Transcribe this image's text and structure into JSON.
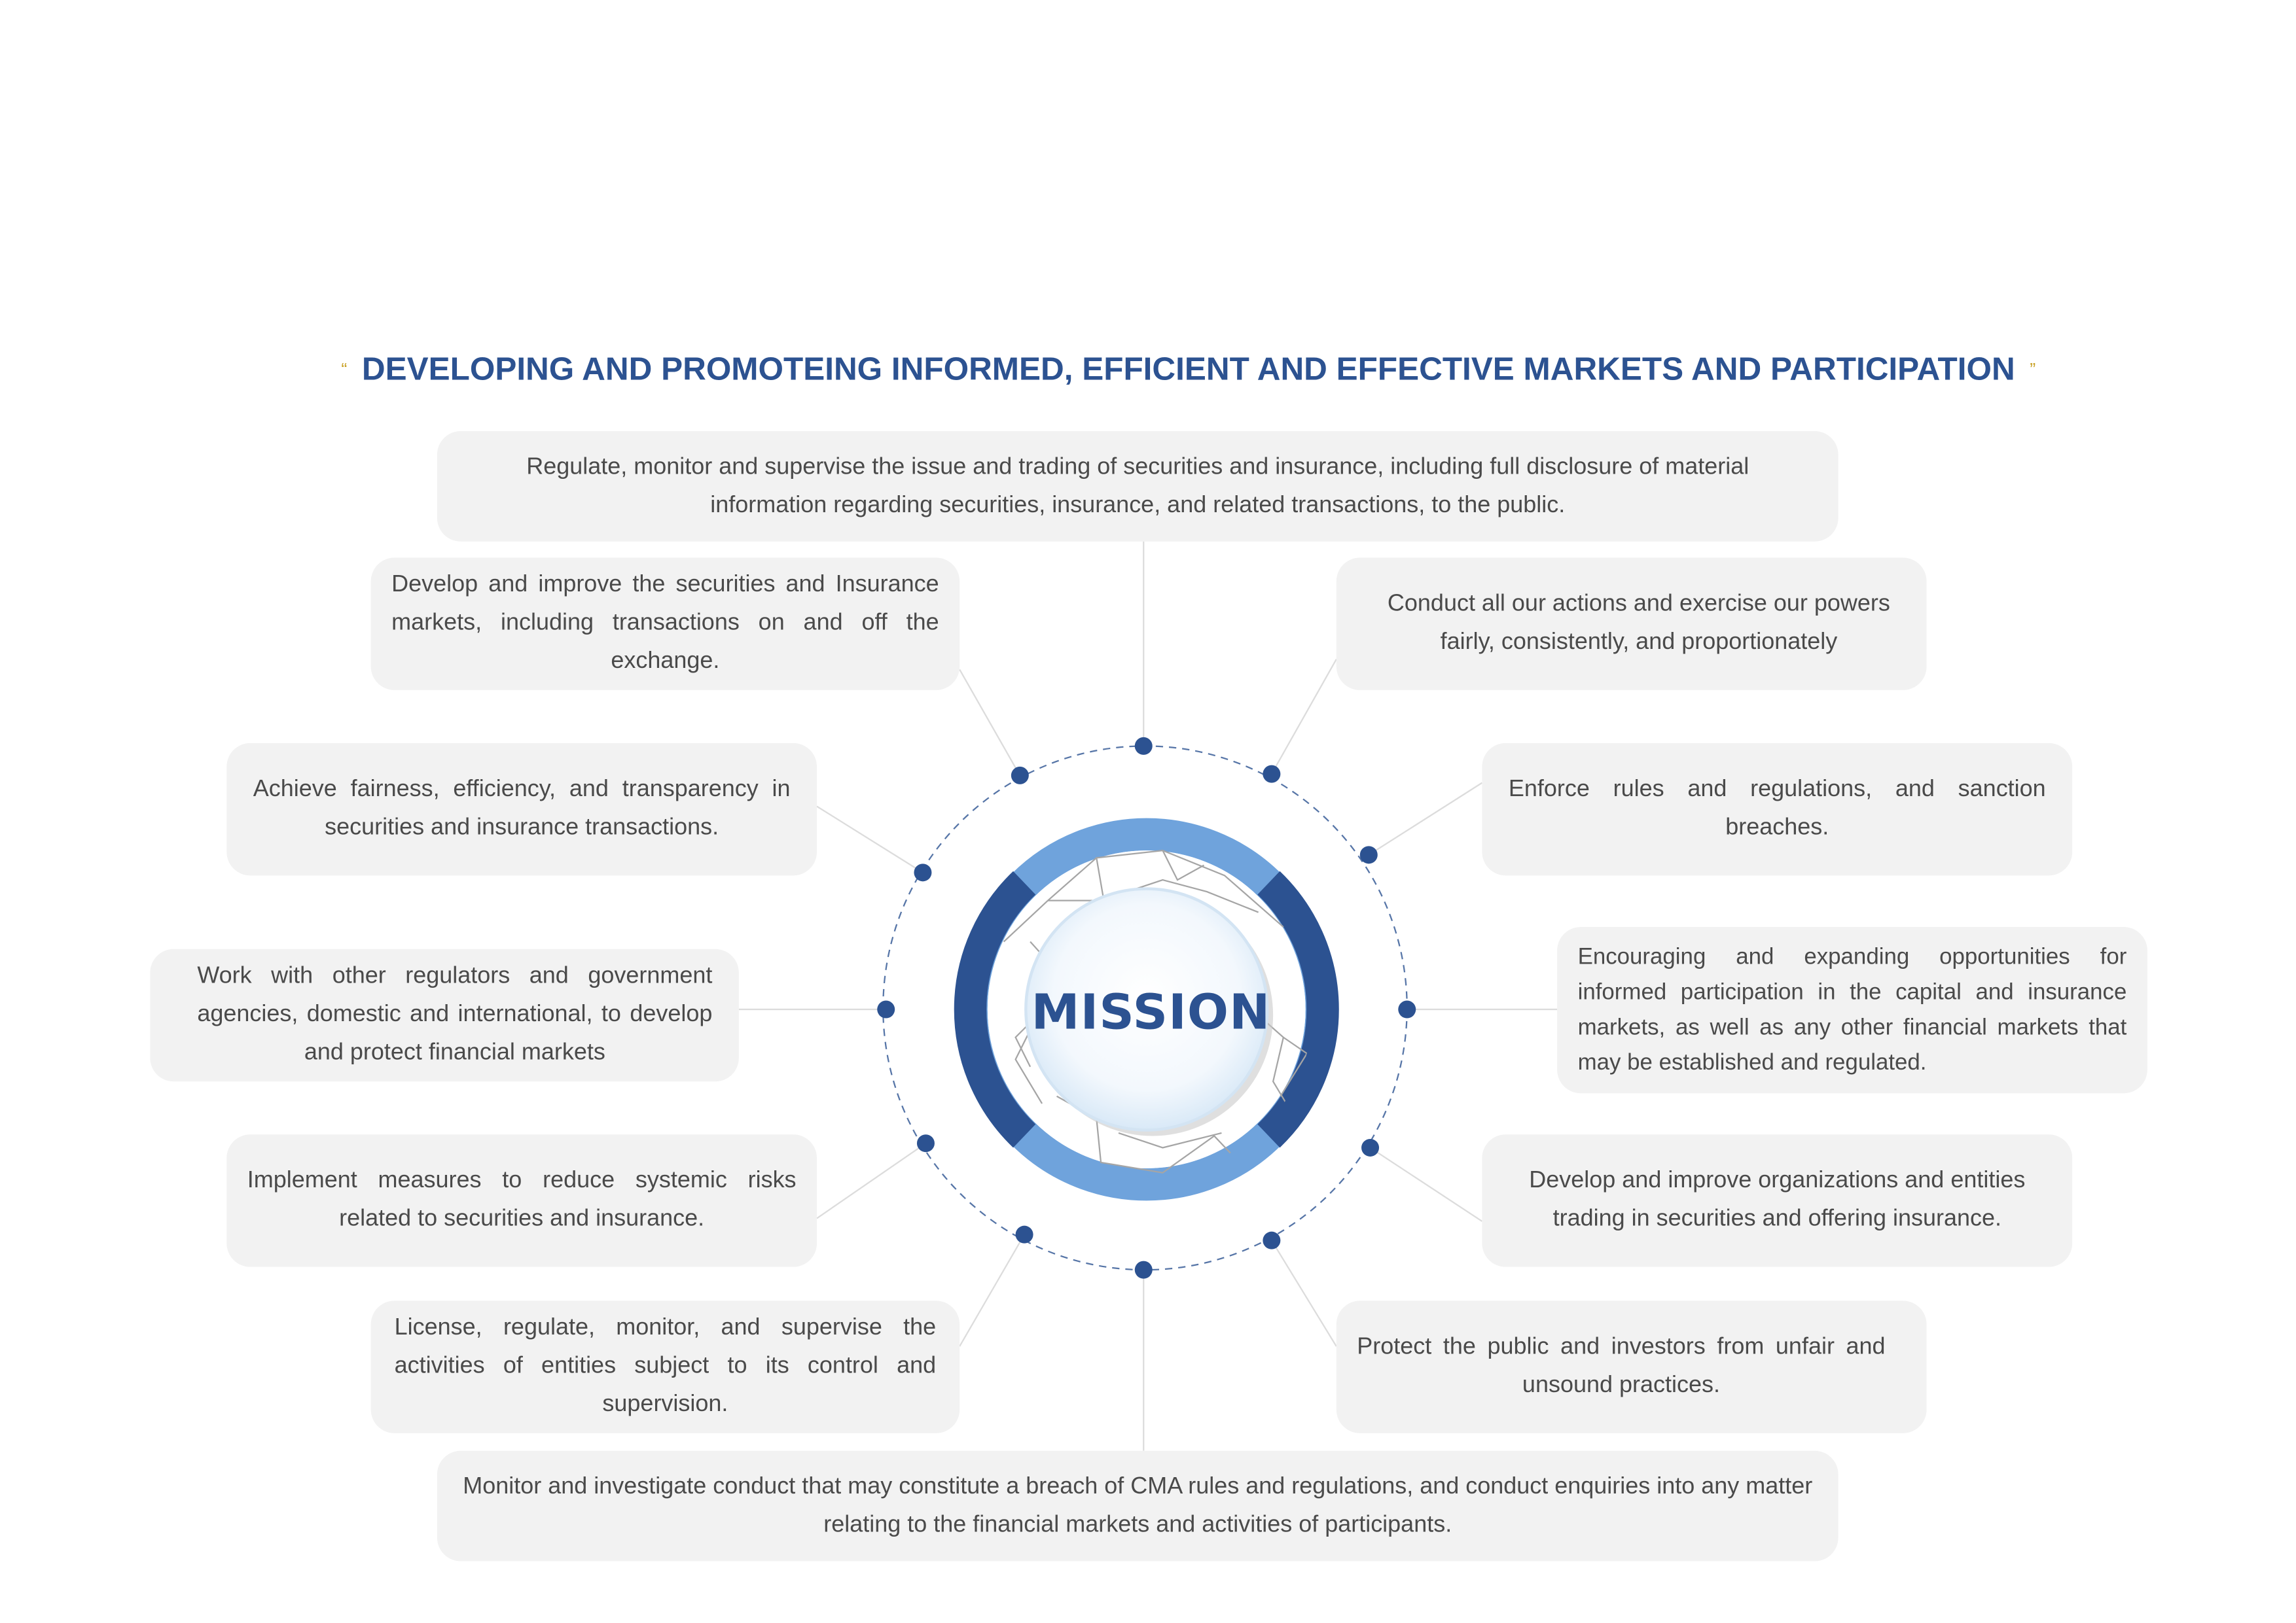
{
  "heading": {
    "open_quote": "“",
    "title": "DEVELOPING AND PROMOTEING INFORMED, EFFICIENT AND EFFECTIVE MARKETS AND PARTICIPATION",
    "close_quote": "”"
  },
  "center": {
    "label": "MISSION"
  },
  "colors": {
    "dark_blue": "#2c5291",
    "light_blue": "#6fa3dc",
    "box_bg": "#f2f2f2",
    "quote_gold": "#c9a227"
  },
  "items": {
    "top": "Regulate, monitor and supervise the issue and trading of securities and insurance, including full disclosure of material information regarding securities, insurance, and related transactions, to the public.",
    "left_1": "Develop and improve the securities and Insurance markets, including transactions on and off the exchange.",
    "left_2": "Achieve fairness, efficiency, and transparency in securities and insurance transactions.",
    "left_3": "Work with other regulators and government agencies, domestic and international, to develop and protect financial markets",
    "left_4": "Implement measures to reduce systemic risks related to securities and insurance.",
    "left_5": "License, regulate, monitor, and supervise the activities of entities subject to its control and supervision.",
    "right_1": "Conduct all our actions and exercise our powers fairly, consistently, and proportionately",
    "right_2": "Enforce rules and regulations, and sanction breaches.",
    "right_3": "Encouraging and expanding opportunities for informed participation in the capital and insurance markets, as well as any other financial markets that may be established and regulated.",
    "right_4": "Develop and improve organizations and entities trading in securities and offering insurance.",
    "right_5": "Protect the public and investors from unfair and unsound practices.",
    "bottom": "Monitor and investigate conduct that may constitute a breach of CMA rules and regulations, and conduct enquiries into any matter relating to the financial markets and activities of participants."
  }
}
